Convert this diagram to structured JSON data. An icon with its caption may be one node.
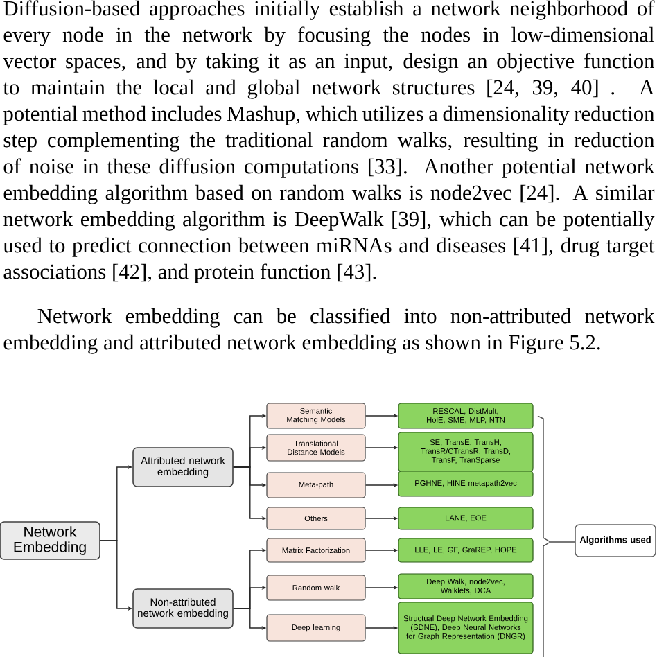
{
  "diagram": {
    "nodes": [
      {
        "text": [
          "Network Embedding"
        ]
      },
      {
        "text": [
          "Attributed network embedding"
        ]
      },
      {
        "text": [
          "Non-attributed network embedding"
        ]
      },
      {
        "text": [
          "Semantic Matching Models"
        ]
      },
      {
        "text": [
          "Translational Distance Models"
        ]
      },
      {
        "text": [
          "Meta-path"
        ]
      },
      {
        "text": [
          "Others"
        ]
      },
      {
        "text": [
          "Matrix Factorization"
        ]
      },
      {
        "text": [
          "Random walk"
        ]
      },
      {
        "text": [
          "Deep learning"
        ]
      },
      {
        "text": [
          "RESCAL, DistMult, HolE, SME, MLP, NTN"
        ]
      },
      {
        "text": [
          "SE, TransE, TransH, TransR/CTransR, TransD, TransF, TranSparse"
        ]
      },
      {
        "text": [
          "PGHNE, HINE metapath2vec"
        ]
      },
      {
        "text": [
          "LANE, EOE"
        ]
      },
      {
        "text": [
          "LLE, LE, GF, GraREP, HOPE"
        ]
      },
      {
        "text": [
          "Deep Walk, node2vec, Walklets, DCA"
        ]
      },
      {
        "text": [
          "Structual Deep Network Embedding (SDNE), Deep Neural Networks for Graph Representation (DNGR)"
        ]
      },
      {
        "text": [
          "Algorithms used"
        ]
      }
    ],
    "edges": [
      {
        "from": 0,
        "to": 1,
        "arrow": "to"
      },
      {
        "from": 0,
        "to": 2,
        "arrow": "to"
      },
      {
        "from": 1,
        "to": 3,
        "arrow": "to"
      },
      {
        "from": 1,
        "to": 4,
        "arrow": "to"
      },
      {
        "from": 1,
        "to": 5,
        "arrow": "to"
      },
      {
        "from": 1,
        "to": 6,
        "arrow": "to"
      },
      {
        "from": 2,
        "to": 7,
        "arrow": "to"
      },
      {
        "from": 2,
        "to": 8,
        "arrow": "to"
      },
      {
        "from": 2,
        "to": 9,
        "arrow": "to"
      },
      {
        "from": 3,
        "to": 10,
        "arrow": "to"
      },
      {
        "from": 4,
        "to": 11,
        "arrow": "to"
      },
      {
        "from": 5,
        "to": 12,
        "arrow": "to"
      },
      {
        "from": 6,
        "to": 13,
        "arrow": "to"
      },
      {
        "from": 7,
        "to": 14,
        "arrow": "to"
      },
      {
        "from": 8,
        "to": 15,
        "arrow": "to"
      },
      {
        "from": 9,
        "to": 16,
        "arrow": "to"
      }
    ],
    "labels": [
      "Diffusion-based approaches initially establish a network neighborhood of every node in the network by focusing the nodes in low-dimensional vector spaces, and by taking it as an input, design an objective function to maintain the local and global network structures [24, 39, 40] . A potential method includes Mashup, which utilizes a dimensionality reduction step complementing the traditional random walks, resulting in reduction of noise in these diffusion computations [33]. Another potential network embedding algorithm based on random walks is node2vec [24]. A similar network embedding algorithm is DeepWalk [39], which can be potentially used to predict connection between miRNAs and diseases [41], drug target associations [42], and protein function [43].",
      "Network embedding can be classified into non-attributed network embedding and attributed network embedding as shown in Figure 5.2."
    ]
  }
}
